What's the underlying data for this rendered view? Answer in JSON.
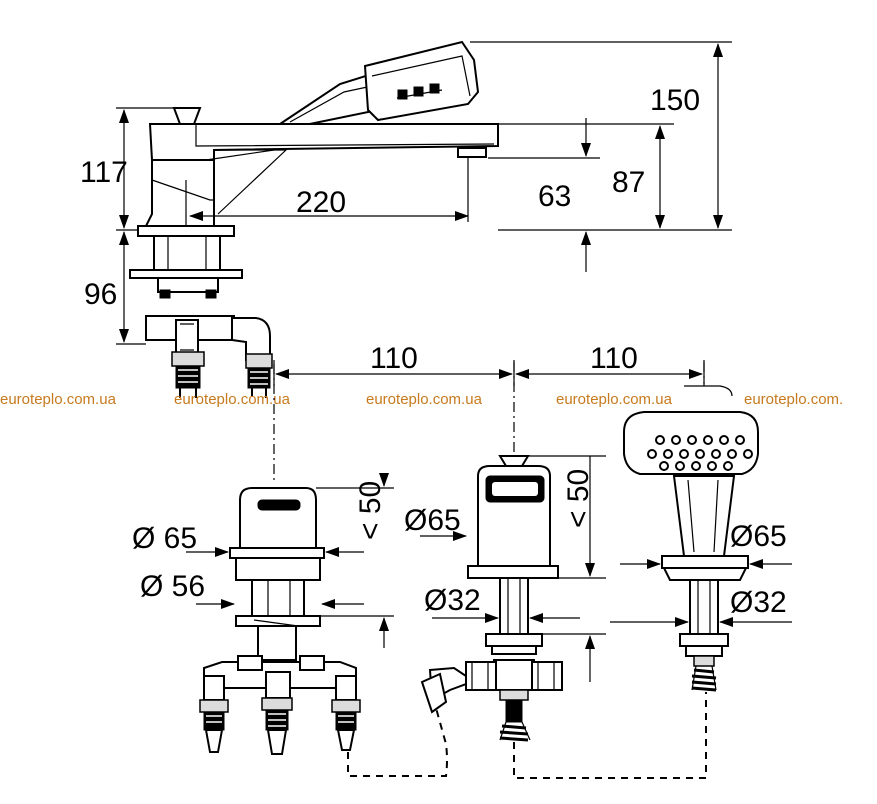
{
  "top_view": {
    "dim_height_total": "150",
    "dim_height_body": "117",
    "dim_spout_reach": "220",
    "dim_outlet_height": "63",
    "dim_spout_height": "87",
    "dim_below_deck": "96"
  },
  "bottom_view": {
    "dim_spacing_left": "110",
    "dim_spacing_right": "110",
    "dim_max_50_a": "< 50",
    "dim_max_50_b": "< 50",
    "dim_dia_65_a": "Ø 65",
    "dim_dia_56": "Ø 56",
    "dim_dia_65_b": "Ø65",
    "dim_dia_32_a": "Ø32",
    "dim_dia_65_c": "Ø65",
    "dim_dia_32_b": "Ø32"
  },
  "watermarks": [
    "euroteplo.com.ua",
    "euroteplo.com.ua",
    "euroteplo.com.ua",
    "euroteplo.com.ua",
    "euroteplo.com."
  ]
}
